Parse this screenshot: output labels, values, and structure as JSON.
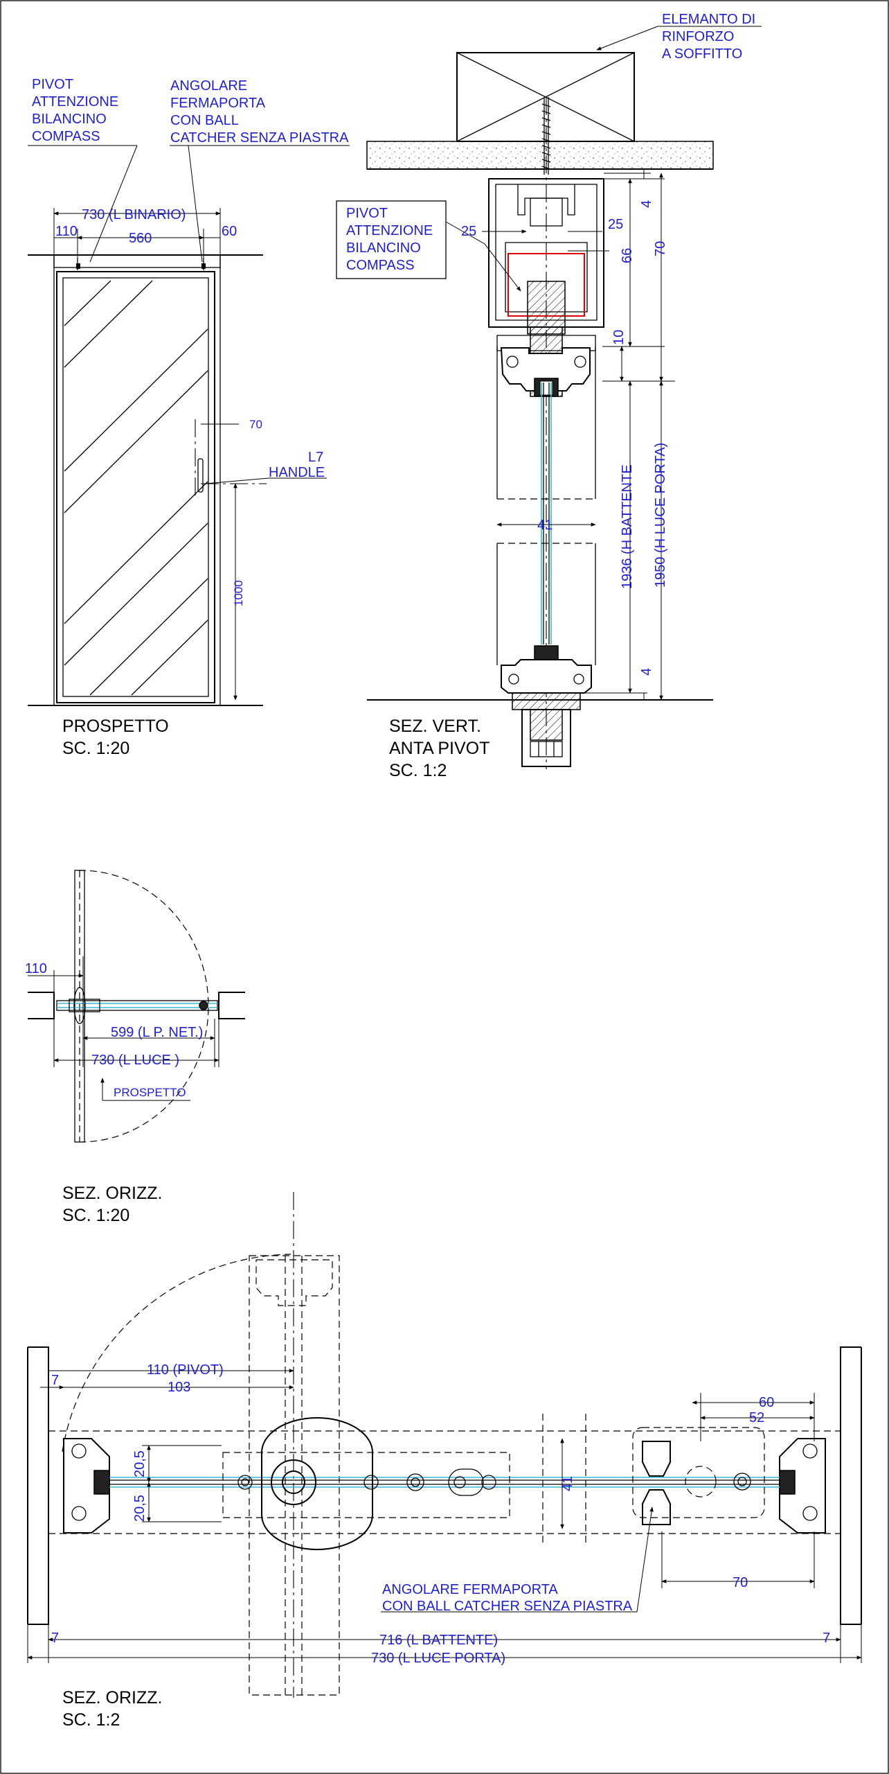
{
  "labels": {
    "elemento_rinforzo": [
      "ELEMANTO DI",
      "RINFORZO",
      "A SOFFITTO"
    ],
    "pivot_left": [
      "PIVOT",
      "ATTENZIONE",
      "BILANCINO",
      "COMPASS"
    ],
    "angolare_top": [
      "ANGOLARE",
      "FERMAPORTA",
      "CON BALL",
      "CATCHER SENZA PIASTRA"
    ],
    "pivot_box": [
      "PIVOT",
      "ATTENZIONE",
      "BILANCINO",
      "COMPASS"
    ],
    "handle": [
      "L7",
      "HANDLE"
    ],
    "prospetto_small": "PROSPETTO",
    "angolare_bottom": [
      "ANGOLARE FERMAPORTA",
      "CON BALL CATCHER SENZA PIASTRA"
    ]
  },
  "dimensions": {
    "binario": "730 (L BINARIO)",
    "d110": "110",
    "d560": "560",
    "d60": "60",
    "d70_handle": "70",
    "d1000": "1000",
    "d25a": "25",
    "d25b": "25",
    "d4_top": "4",
    "d66": "66",
    "d70_right": "70",
    "d10": "10",
    "d41_vert": "41",
    "h_battente": "1936 (H BATTENTE",
    "h_luce": "1950 (H LUCE PORTA)",
    "d4_bottom": "4",
    "plan_110": "110",
    "plan_599": "599 (L P. NET.)",
    "plan_730": "730 (L LUCE )",
    "b_110_pivot": "110 (PIVOT)",
    "b_103": "103",
    "b_7_top": "7",
    "b_60": "60",
    "b_52": "52",
    "b_205_top": "20,5",
    "b_205_bottom": "20,5",
    "b_41": "41",
    "b_70": "70",
    "b_7_left": "7",
    "b_7_right": "7",
    "b_716": "716 (L BATTENTE)",
    "b_730": "730 (L LUCE PORTA)"
  },
  "titles": {
    "prospetto": [
      "PROSPETTO",
      "SC. 1:20"
    ],
    "sez_vert": [
      "SEZ. VERT.",
      "ANTA PIVOT",
      "SC. 1:2"
    ],
    "sez_orizz_20": [
      "SEZ. ORIZZ.",
      "SC. 1:20"
    ],
    "sez_orizz_2": [
      "SEZ. ORIZZ.",
      "SC. 1:2"
    ]
  },
  "colors": {
    "annotation": "#2020c8",
    "glass": "#38b6d8",
    "highlight": "#e00000",
    "line": "#000000"
  }
}
